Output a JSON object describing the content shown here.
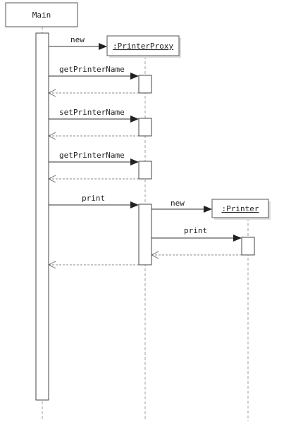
{
  "participants": [
    {
      "id": "main",
      "label": "Main",
      "underline": false
    },
    {
      "id": "proxy",
      "label": ":PrinterProxy",
      "underline": true
    },
    {
      "id": "printer",
      "label": ":Printer",
      "underline": true
    }
  ],
  "messages": [
    {
      "label": "new",
      "from": "main",
      "to": "proxy",
      "kind": "create"
    },
    {
      "label": "getPrinterName",
      "from": "main",
      "to": "proxy",
      "kind": "call",
      "returns": true
    },
    {
      "label": "setPrinterName",
      "from": "main",
      "to": "proxy",
      "kind": "call",
      "returns": true
    },
    {
      "label": "getPrinterName",
      "from": "main",
      "to": "proxy",
      "kind": "call",
      "returns": true
    },
    {
      "label": "print",
      "from": "main",
      "to": "proxy",
      "kind": "call",
      "returns": true
    },
    {
      "label": "new",
      "from": "proxy",
      "to": "printer",
      "kind": "create"
    },
    {
      "label": "print",
      "from": "proxy",
      "to": "printer",
      "kind": "call",
      "returns": true
    }
  ],
  "colors": {
    "line": "#333333",
    "box_border": "#555555",
    "shadow": "#dddddd"
  }
}
